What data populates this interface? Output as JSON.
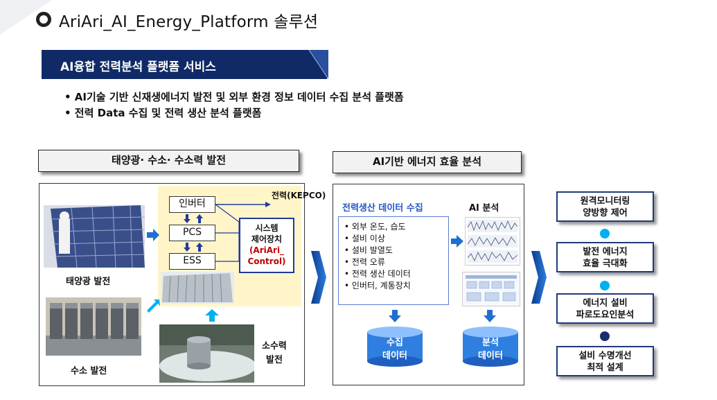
{
  "title": "AriAri_AI_Energy_Platform  솔루션",
  "banner": "AI융합 전력분석 플랫폼 서비스",
  "bullets": [
    "• AI기술 기반 신재생에너지 발전 및 외부 환경 정보 데이터 수집 분석 플랫폼",
    "• 전력 Data 수집 및 전력 생산 분석 플랫폼"
  ],
  "left": {
    "header": "태양광·  수소·  수소력 발전",
    "solar_label": "태양광 발전",
    "hydrogen_label": "수소 발전",
    "hydro_label_1": "소수력",
    "hydro_label_2": "발전",
    "kepco": "전력(KEPCO)",
    "inverter": "인버터",
    "pcs": "PCS",
    "ess": "ESS",
    "control_1": "시스템",
    "control_2": "제어장치",
    "control_3": "(AriAri_",
    "control_4": "Control)"
  },
  "middle": {
    "header": "AI기반 에너지 효율 분석",
    "collect_title": "전력생산 데이터 수집",
    "ai_title": "AI 분석",
    "collect_items": [
      "• 외부 온도, 습도",
      "• 설비 이상",
      "• 설비 발열도",
      "• 전력 오류",
      "• 전력 생산 데이터",
      "• 인버터, 계통장치"
    ],
    "db1_1": "수집",
    "db1_2": "데이터",
    "db2_1": "분석",
    "db2_2": "데이터"
  },
  "right": [
    {
      "l1": "원격모니터링",
      "l2": "양방향 제어"
    },
    {
      "l1": "발전 에너지",
      "l2": "효율 극대화"
    },
    {
      "l1": "에너지 설비",
      "l2": "파로도요인분석"
    },
    {
      "l1": "설비 수명개선",
      "l2": "최적 설계"
    }
  ],
  "colors": {
    "navy": "#0f2a66",
    "arrow_blue": "#1e6fd0",
    "cyan": "#00b0f0",
    "control_red": "#c00000",
    "panel_yellow": "#fff5c8"
  }
}
